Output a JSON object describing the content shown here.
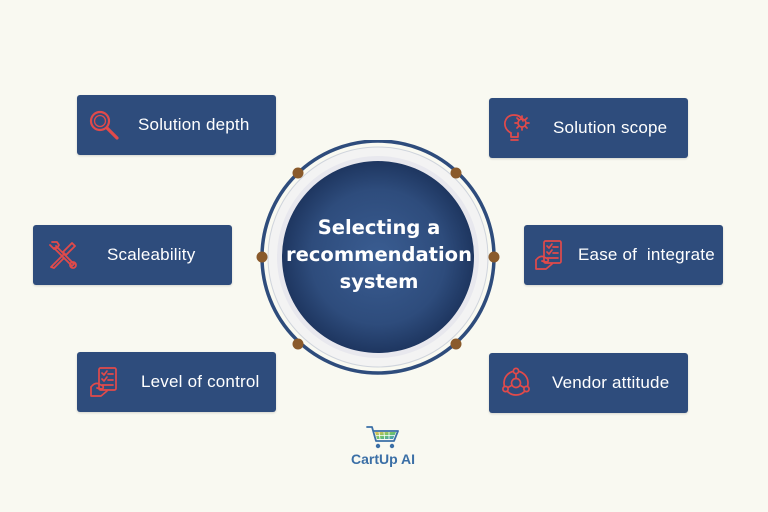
{
  "center": {
    "line1": "Selecting a",
    "line2": "recommendation",
    "line3": "system"
  },
  "factors": {
    "solution_depth": "Solution depth",
    "scaleability": "Scaleability",
    "level_of_control": "Level of control",
    "solution_scope": "Solution scope",
    "ease_of_integrate": "Ease of  integrate",
    "vendor_attitude": "Vendor attitude"
  },
  "brand": {
    "name": "CartUp AI"
  },
  "colors": {
    "background": "#f9f9f1",
    "card": "#2e4c7c",
    "hub": "#2e4c7c",
    "icon_accent": "#e24a4a",
    "connector_dot": "#8a5a2b",
    "brand_text": "#3b6fa6"
  }
}
